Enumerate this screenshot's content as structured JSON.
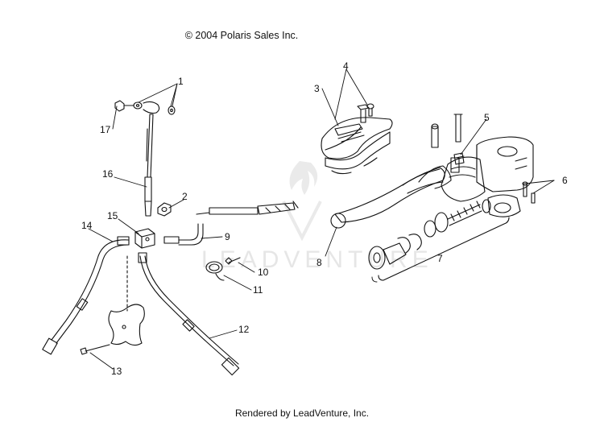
{
  "header": {
    "copyright": "© 2004 Polaris Sales Inc."
  },
  "footer": {
    "rendered_by": "Rendered by LeadVenture, Inc."
  },
  "watermark": {
    "text": "LEADVENTURE"
  },
  "callouts": {
    "c1": "1",
    "c2": "2",
    "c3": "3",
    "c4": "4",
    "c5": "5",
    "c6": "6",
    "c7": "7",
    "c8": "8",
    "c9": "9",
    "c10": "10",
    "c11": "11",
    "c12": "12",
    "c13": "13",
    "c14": "14",
    "c15": "15",
    "c16": "16",
    "c17": "17"
  },
  "colors": {
    "line": "#111111",
    "watermark": "#e6e6e6"
  }
}
